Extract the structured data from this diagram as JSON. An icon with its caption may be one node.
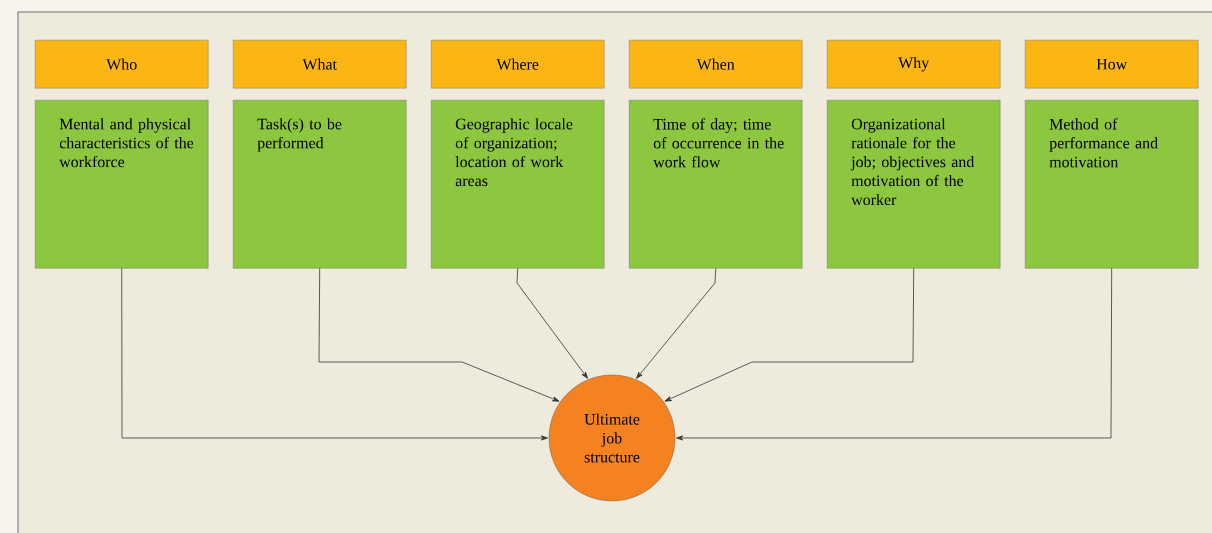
{
  "diagram": {
    "nodes": [
      {
        "text": [
          "Who"
        ]
      },
      {
        "text": [
          "What"
        ]
      },
      {
        "text": [
          "Where"
        ]
      },
      {
        "text": [
          "When"
        ]
      },
      {
        "text": [
          "Why"
        ]
      },
      {
        "text": [
          "How"
        ]
      },
      {
        "text": [
          "Mental and physical characteristics of the workforce"
        ]
      },
      {
        "text": [
          "Task(s) to be performed"
        ]
      },
      {
        "text": [
          "Geographic locale of organization; location of work areas"
        ]
      },
      {
        "text": [
          "Time of day; time of occurrence in the work flow"
        ]
      },
      {
        "text": [
          "Organizational rationale for the job; objectives and motivation of the worker"
        ]
      },
      {
        "text": [
          "Method of performance and motivation"
        ]
      },
      {
        "text": [
          "Ultimate job structure"
        ]
      }
    ],
    "edges": [
      {
        "from": 6,
        "to": 12,
        "arrow": "to"
      },
      {
        "from": 7,
        "to": 12,
        "arrow": "to"
      },
      {
        "from": 8,
        "to": 12,
        "arrow": "to"
      },
      {
        "from": 9,
        "to": 12,
        "arrow": "to"
      },
      {
        "from": 10,
        "to": 12,
        "arrow": "to"
      },
      {
        "from": 11,
        "to": 12,
        "arrow": "to"
      }
    ]
  }
}
